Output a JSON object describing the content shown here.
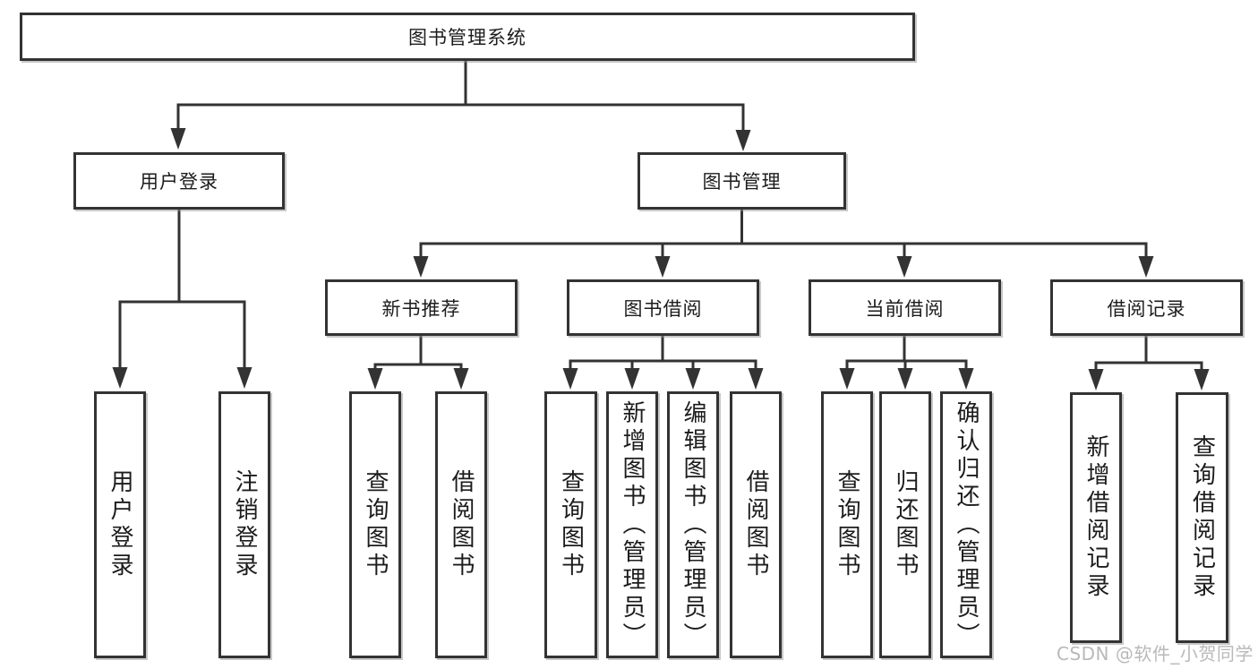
{
  "diagram": {
    "type": "hierarchy-tree",
    "watermark": "CSDN @软件_小贺同学",
    "colors": {
      "line": "#333333",
      "box_border": "#333333",
      "box_background": "#ffffff",
      "text": "#1c1c1c",
      "watermark": "#b9b9b9",
      "page_background": "#ffffff"
    },
    "tree": {
      "root": "图书管理系统",
      "branches": [
        {
          "label": "用户登录",
          "children": [
            "用户登录",
            "注销登录"
          ]
        },
        {
          "label": "图书管理",
          "sections": [
            {
              "label": "新书推荐",
              "children": [
                "查询图书",
                "借阅图书"
              ]
            },
            {
              "label": "图书借阅",
              "children": [
                "查询图书",
                "新增图书（管理员）",
                "编辑图书（管理员）",
                "借阅图书"
              ]
            },
            {
              "label": "当前借阅",
              "children": [
                "查询图书",
                "归还图书",
                "确认归还（管理员）"
              ]
            },
            {
              "label": "借阅记录",
              "children": [
                "新增借阅记录",
                "查询借阅记录"
              ]
            }
          ]
        }
      ]
    }
  }
}
